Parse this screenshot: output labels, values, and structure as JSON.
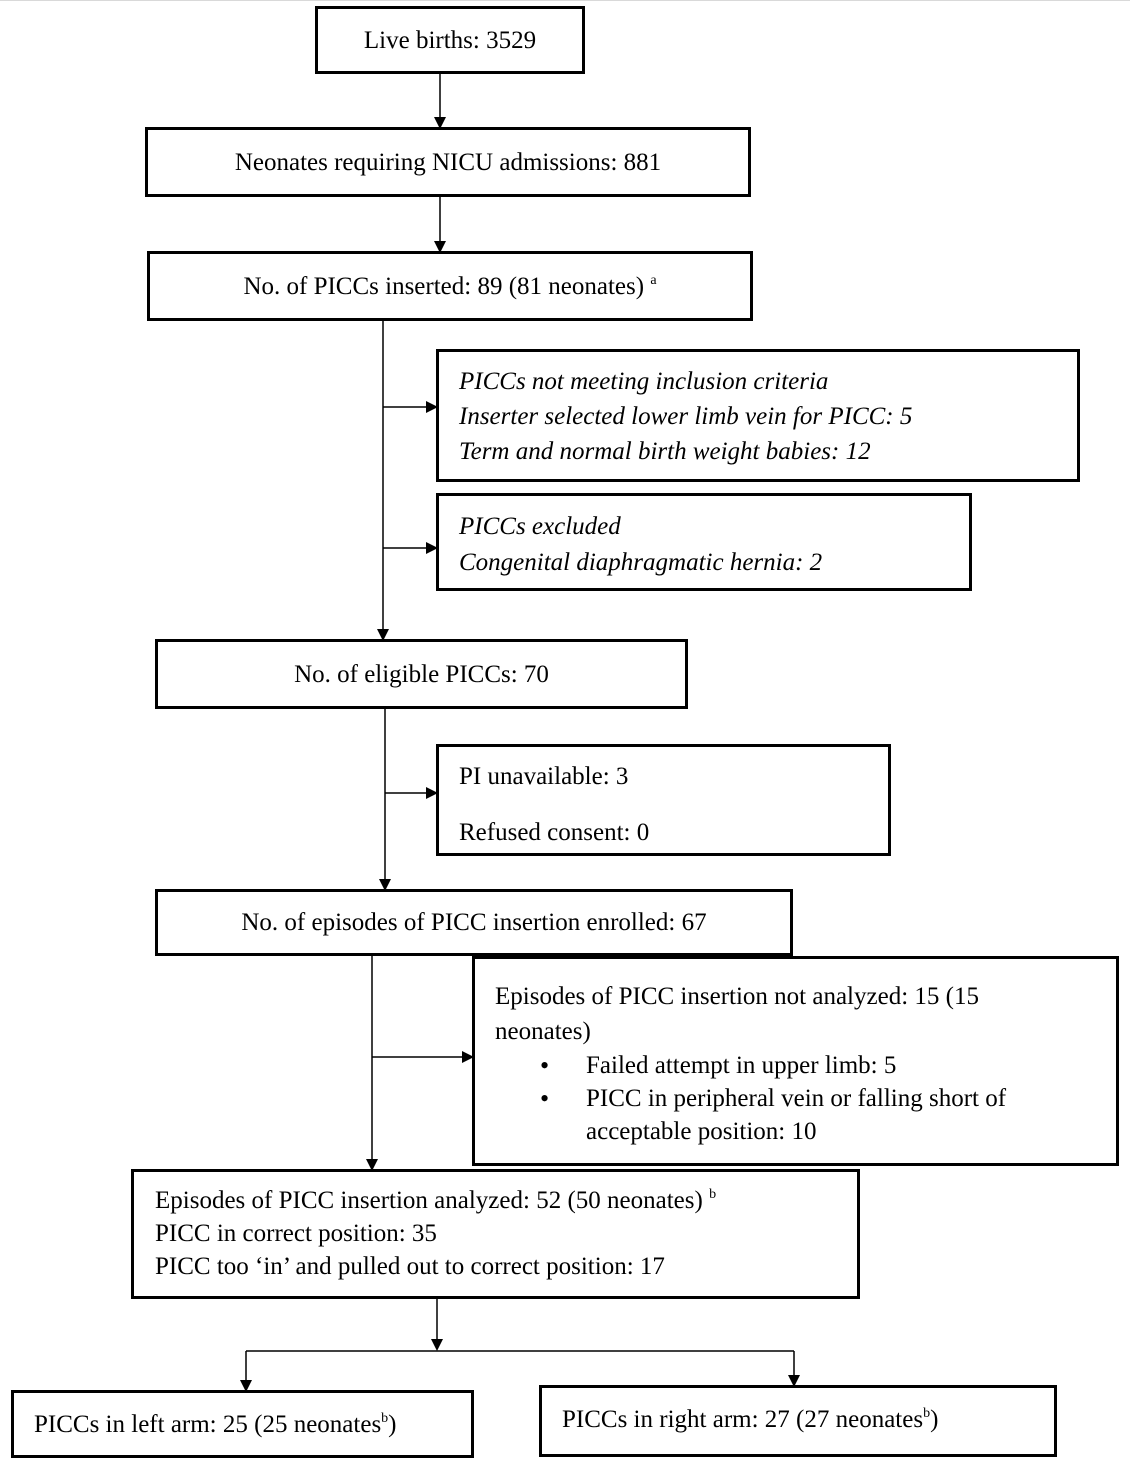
{
  "live_births": "Live births: 3529",
  "nicu": "Neonates requiring NICU admissions: 881",
  "inserted": {
    "text": "No. of PICCs inserted: 89 (81 neonates)",
    "sup": "a"
  },
  "inclusion": {
    "title": "PICCs not meeting inclusion criteria",
    "line1": "Inserter selected lower limb vein for PICC: 5",
    "line2": "Term and normal birth weight babies: 12"
  },
  "excluded": {
    "title": "PICCs excluded",
    "line1": "Congenital diaphragmatic hernia: 2"
  },
  "eligible": "No. of eligible PICCs: 70",
  "pi": {
    "line1": "PI unavailable: 3",
    "line2": "Refused consent: 0"
  },
  "enrolled": "No. of episodes of PICC insertion enrolled: 67",
  "not_analyzed": {
    "line1": "Episodes of PICC insertion not analyzed: 15 (15",
    "line2": "neonates)",
    "bullet1": "Failed attempt in upper limb: 5",
    "bullet2a": "PICC in peripheral vein or falling short of",
    "bullet2b": "acceptable position:  10"
  },
  "analyzed": {
    "line1": "Episodes of PICC insertion analyzed: 52 (50 neonates)",
    "sup": "b",
    "line2": "PICC in correct position: 35",
    "line3": "PICC too ‘in’ and pulled out to correct position: 17"
  },
  "left_arm": {
    "text": "PICCs in left arm: 25 (25 neonates",
    "sup": "b",
    "close": ")"
  },
  "right_arm": {
    "text": "PICCs in right arm: 27 (27 neonates",
    "sup": "b",
    "close": ")"
  }
}
